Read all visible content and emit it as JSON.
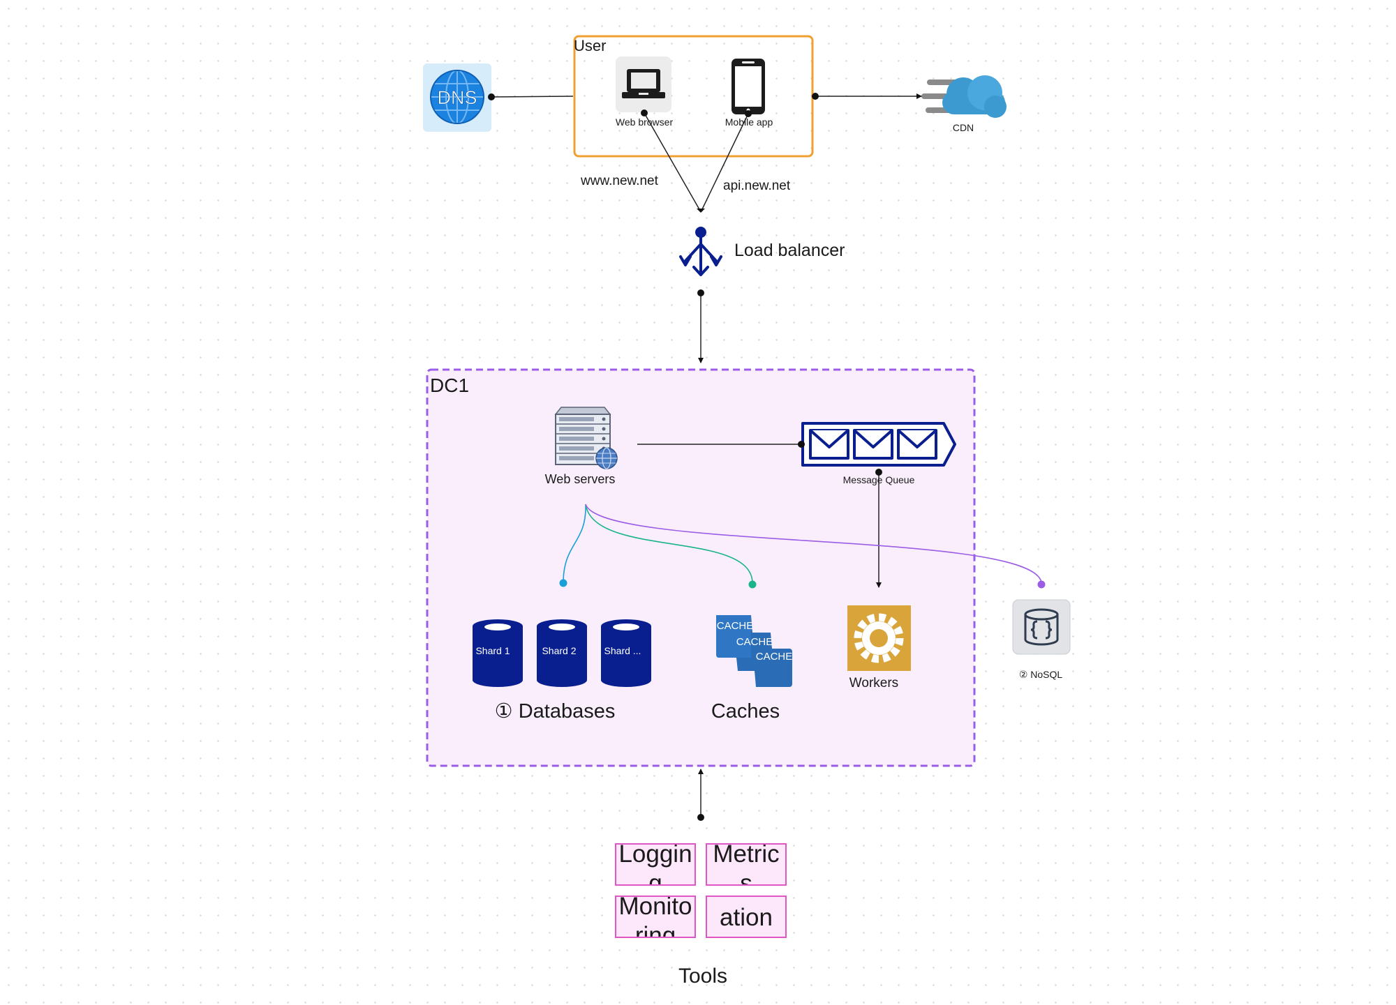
{
  "user_group": {
    "title": "User"
  },
  "dns": {
    "label": "DNS"
  },
  "web_browser": {
    "label": "Web browser"
  },
  "mobile_app": {
    "label": "Mobile app"
  },
  "cdn": {
    "label": "CDN"
  },
  "edges": {
    "www_label": "www.new.net",
    "api_label": "api.new.net"
  },
  "load_balancer": {
    "label": "Load balancer"
  },
  "dc1": {
    "title": "DC1"
  },
  "web_servers": {
    "label": "Web servers"
  },
  "message_queue": {
    "label": "Message Queue"
  },
  "databases": {
    "label": "① Databases",
    "shards": [
      "Shard 1",
      "Shard 2",
      "Shard ..."
    ]
  },
  "caches": {
    "label": "Caches",
    "tags": [
      "CACHE",
      "CACHE",
      "CACHE"
    ]
  },
  "workers": {
    "label": "Workers"
  },
  "nosql": {
    "label": "② NoSQL"
  },
  "tools": {
    "label": "Tools",
    "items": [
      "Logging",
      "Metrics",
      "Monitoring",
      "Automation"
    ]
  },
  "colors": {
    "user_border": "#f0a030",
    "dc_border": "#9b5de5",
    "dc_fill": "#faeefc",
    "navy": "#0a1f8f",
    "cache_blue": "#2a6cb5",
    "worker_gold": "#d9a53b",
    "tool_border": "#e056c5",
    "curve_blue": "#1aa0d8",
    "curve_green": "#19b489",
    "curve_purple": "#9b5de5"
  }
}
